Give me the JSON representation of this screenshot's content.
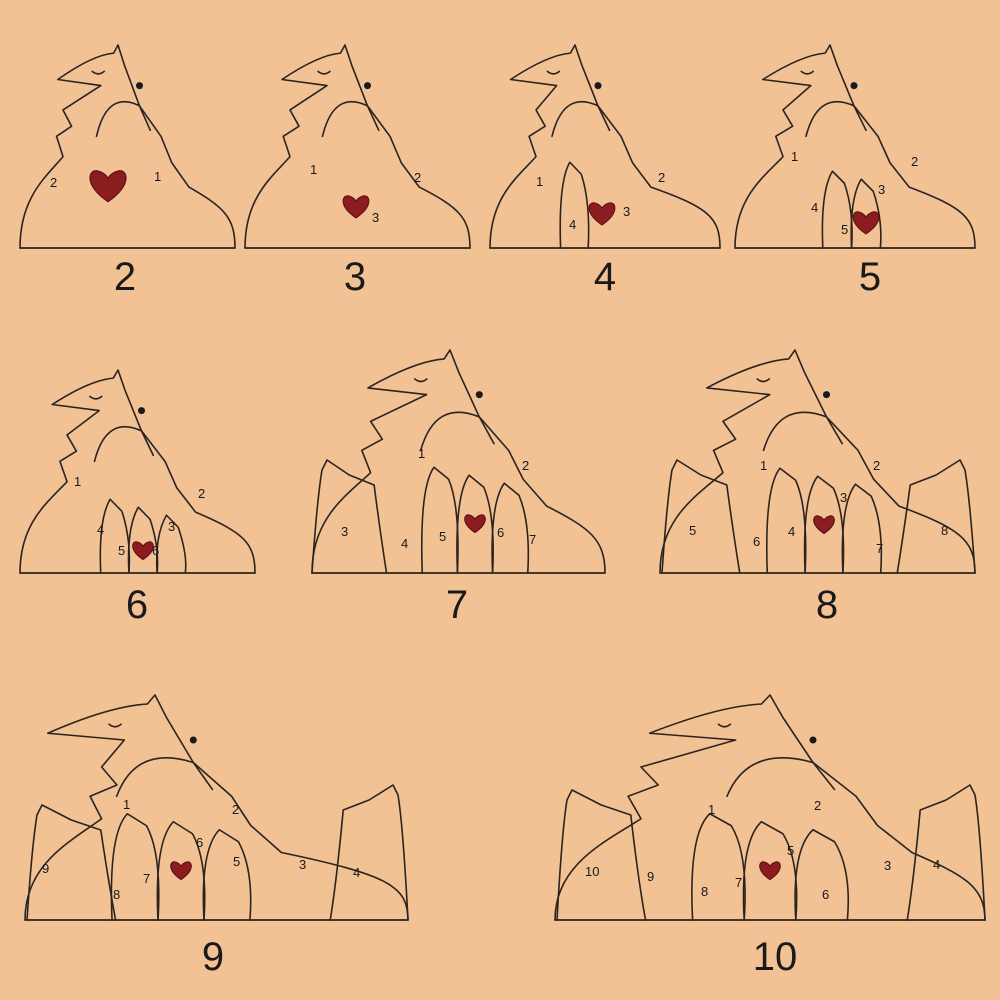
{
  "colors": {
    "background": "#f2c194",
    "heart": "#8b1c1f",
    "line": "#2a2420"
  },
  "panels": [
    {
      "label": "2",
      "members": [
        "2",
        "1"
      ]
    },
    {
      "label": "3",
      "members": [
        "1",
        "2",
        "3"
      ]
    },
    {
      "label": "4",
      "members": [
        "1",
        "2",
        "3",
        "4"
      ]
    },
    {
      "label": "5",
      "members": [
        "1",
        "2",
        "3",
        "4",
        "5"
      ]
    },
    {
      "label": "6",
      "members": [
        "1",
        "2",
        "3",
        "4",
        "5",
        "6"
      ]
    },
    {
      "label": "7",
      "members": [
        "1",
        "2",
        "3",
        "4",
        "5",
        "6",
        "7"
      ]
    },
    {
      "label": "8",
      "members": [
        "1",
        "2",
        "3",
        "4",
        "5",
        "6",
        "7",
        "8"
      ]
    },
    {
      "label": "9",
      "members": [
        "1",
        "2",
        "3",
        "4",
        "5",
        "6",
        "7",
        "8",
        "9"
      ]
    },
    {
      "label": "10",
      "members": [
        "1",
        "2",
        "3",
        "4",
        "5",
        "6",
        "7",
        "8",
        "9",
        "10"
      ]
    }
  ]
}
